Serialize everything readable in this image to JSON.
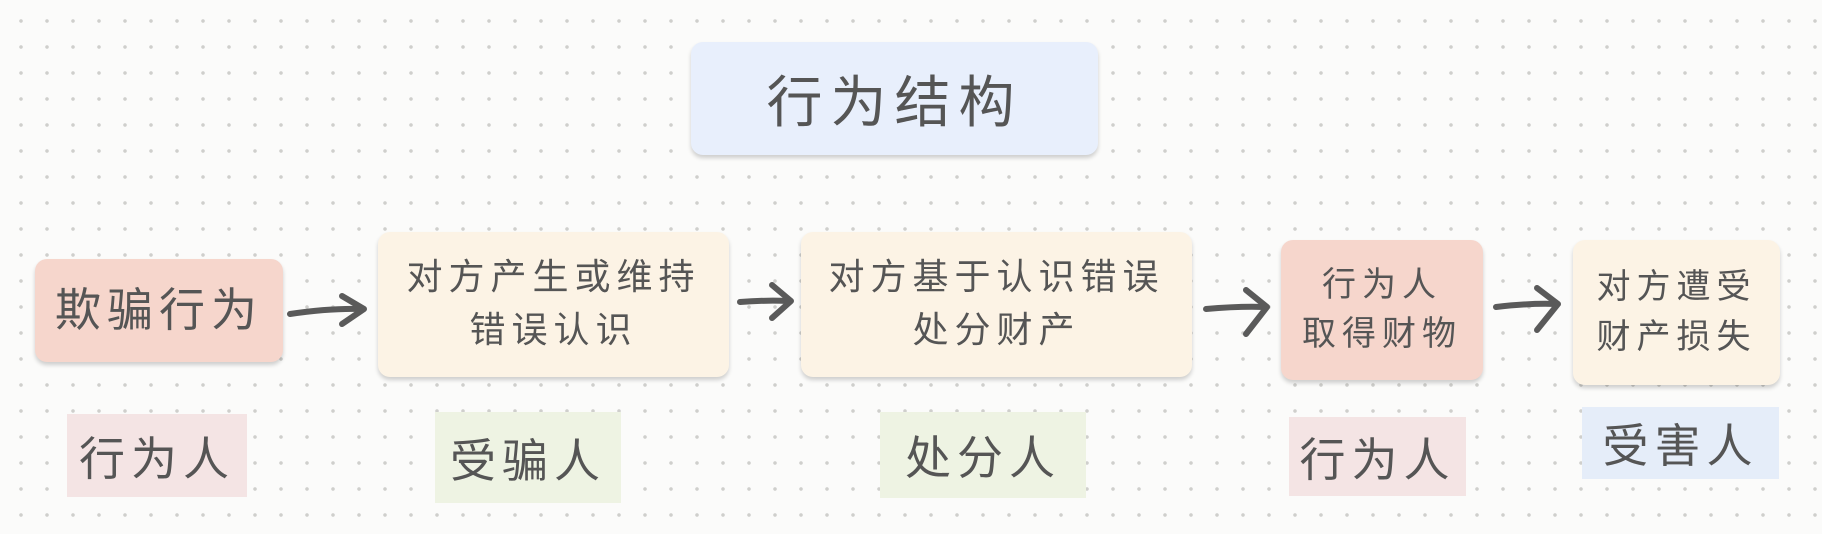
{
  "title": "行为结构",
  "steps": [
    {
      "label": "欺骗行为"
    },
    {
      "label": "对方产生或维持\n错误认识"
    },
    {
      "label": "对方基于认识错误\n处分财产"
    },
    {
      "label": "行为人\n取得财物"
    },
    {
      "label": "对方遭受\n财产损失"
    }
  ],
  "roles": [
    {
      "label": "行为人"
    },
    {
      "label": "受骗人"
    },
    {
      "label": "处分人"
    },
    {
      "label": "行为人"
    },
    {
      "label": "受害人"
    }
  ],
  "colors": {
    "title_bg": "#e8effc",
    "red_box": "#f6d6cc",
    "cream_box": "#fcf3e5",
    "role_red": "#f4e4e4",
    "role_green": "#eef3e3",
    "role_blue": "#e5edf9",
    "arrow": "#5a5a5a",
    "text": "#555555"
  }
}
